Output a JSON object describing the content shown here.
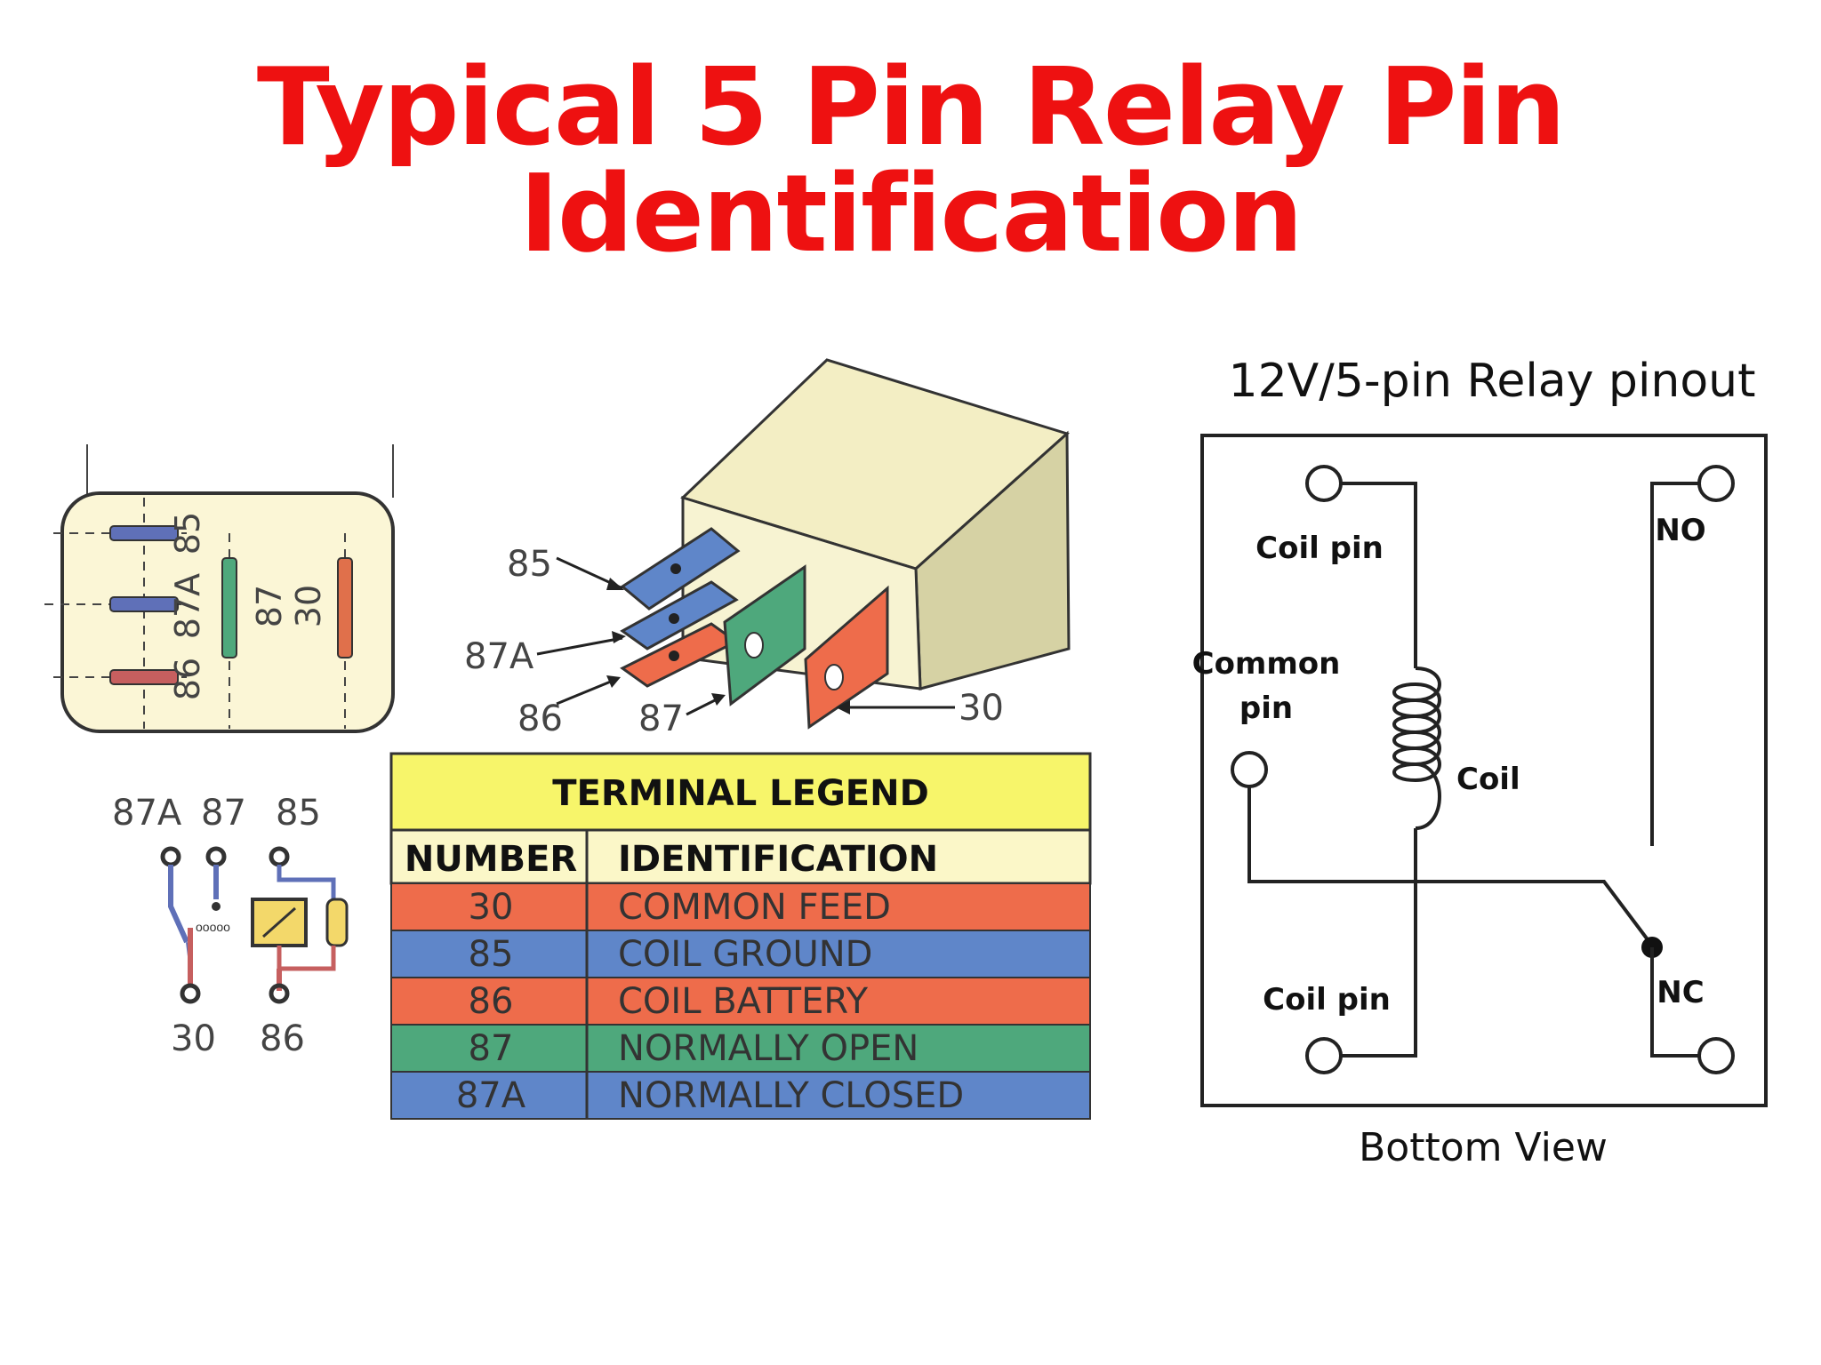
{
  "title": "Typical 5 Pin Relay Pin Identification",
  "socket_labels": [
    "85",
    "87A",
    "86",
    "87",
    "30"
  ],
  "relay_callouts": {
    "p85": "85",
    "p87a": "87A",
    "p86": "86",
    "p87": "87",
    "p30": "30"
  },
  "schematic_labels": {
    "top_87a": "87A",
    "top_87": "87",
    "top_85": "85",
    "bottom_30": "30",
    "bottom_86": "86"
  },
  "legend": {
    "title": "TERMINAL LEGEND",
    "col_number": "NUMBER",
    "col_identification": "IDENTIFICATION",
    "rows": [
      {
        "number": "30",
        "identification": "COMMON FEED",
        "color": "#ee6c4b"
      },
      {
        "number": "85",
        "identification": "COIL GROUND",
        "color": "#5f86c9"
      },
      {
        "number": "86",
        "identification": "COIL BATTERY",
        "color": "#ee6c4b"
      },
      {
        "number": "87",
        "identification": "NORMALLY OPEN",
        "color": "#4ea87c"
      },
      {
        "number": "87A",
        "identification": "NORMALLY CLOSED",
        "color": "#5f86c9"
      }
    ],
    "header_color": "#f7f56a",
    "subheader_color": "#fbf7c8"
  },
  "pinout": {
    "title": "12V/5-pin Relay pinout",
    "coil_pin_top": "Coil pin",
    "no": "NO",
    "common_pin_line1": "Common",
    "common_pin_line2": "pin",
    "coil": "Coil",
    "coil_pin_bottom": "Coil pin",
    "nc": "NC",
    "caption": "Bottom View"
  },
  "colors": {
    "title": "#ee1111",
    "socket_bg": "#fbf6d6",
    "relay_body": "#f3eec4"
  }
}
